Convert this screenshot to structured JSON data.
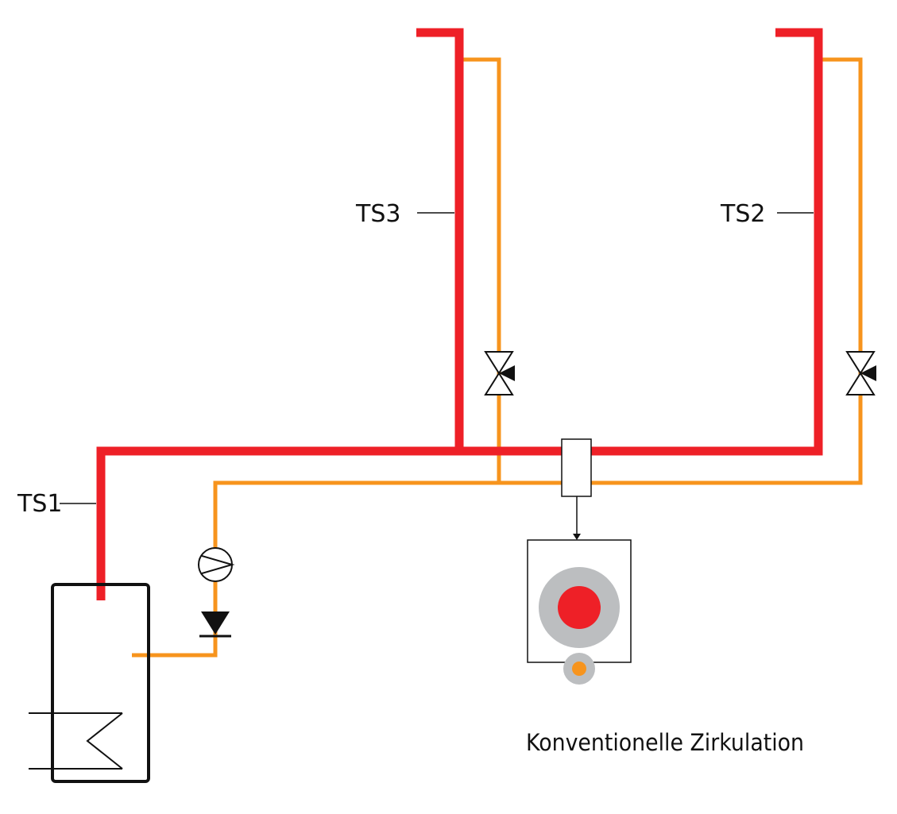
{
  "labels": {
    "ts1": "TS1",
    "ts2": "TS2",
    "ts3": "TS3"
  },
  "caption": "Konventionelle Zirkulation",
  "colors": {
    "hot_water_pipe": "#ee2027",
    "circulation_pipe": "#f7941d",
    "outline": "#111111",
    "controller_ring": "#bcbec0",
    "controller_hot_dot": "#ee2027",
    "controller_circ_dot": "#f7941d"
  },
  "icons": {
    "storage_tank": "storage-tank-icon",
    "heat_exchanger": "heat-exchanger-coil-icon",
    "pump": "circulation-pump-icon",
    "check_valve": "check-valve-icon",
    "valve_ts3": "thermostatic-valve-icon",
    "valve_ts2": "thermostatic-valve-icon",
    "sensor": "sensor-icon",
    "controller": "controller-icon"
  }
}
